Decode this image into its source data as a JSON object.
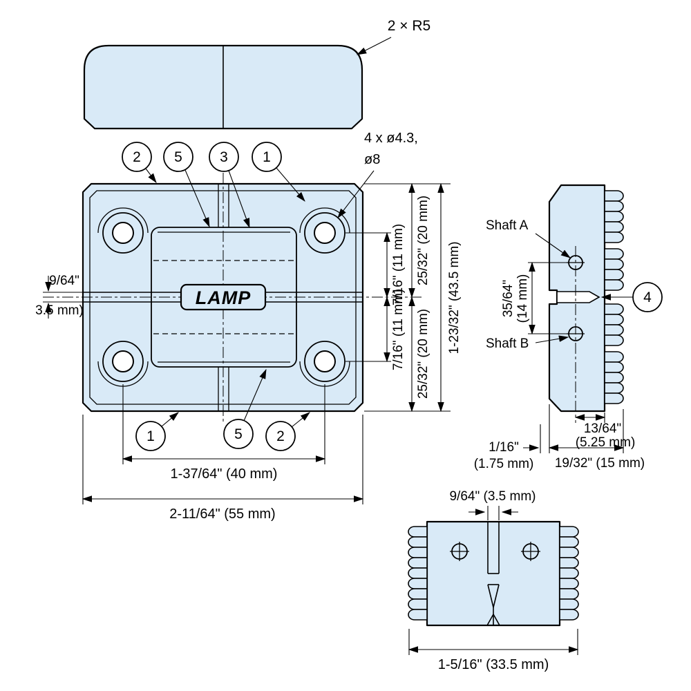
{
  "colors": {
    "body_fill": "#d9eaf7",
    "line": "#000000"
  },
  "top_view": {
    "radius_note": "2 × R5"
  },
  "front_view": {
    "hole_note_l1": "4 x ø4.3,",
    "hole_note_l2": "ø8",
    "logo": "LAMP",
    "callouts_top": [
      "2",
      "5",
      "3",
      "1"
    ],
    "callouts_bottom": [
      "1",
      "5",
      "2"
    ],
    "dims": {
      "gap_l1": "9/64\"",
      "gap_l2": "3.5 mm)",
      "half_inner_top": "7/16\" (11 mm)",
      "half_inner_bottom": "7/16\" (11 mm)",
      "half_outer_top": "25/32\" (20 mm)",
      "half_outer_bottom": "25/32\" (20 mm)",
      "overall_height": "1-23/32\" (43.5 mm)",
      "hole_pitch": "1-37/64\" (40 mm)",
      "overall_width": "2-11/64\" (55 mm)"
    }
  },
  "side_view": {
    "shaft_a": "Shaft A",
    "shaft_b": "Shaft B",
    "callout": "4",
    "dims": {
      "pitch_l1": "35/64\"",
      "pitch_l2": "(14 mm)",
      "offset_l1": "13/64\"",
      "offset_l2": "(5.25 mm)",
      "edge_l1": "1/16\"",
      "edge_l2": "(1.75 mm)",
      "depth": "19/32\" (15 mm)"
    }
  },
  "bottom_view": {
    "dims": {
      "slot": "9/64\" (3.5 mm)",
      "overall": "1-5/16\" (33.5 mm)"
    }
  }
}
